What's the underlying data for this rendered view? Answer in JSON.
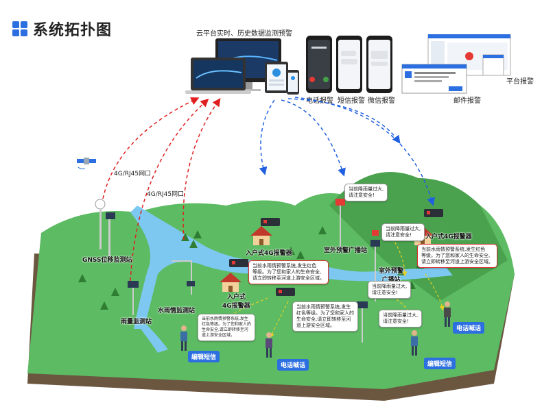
{
  "header": {
    "title": "系统拓扑图"
  },
  "cloud_platform": {
    "caption": "云平台实时、历史数据监测预警"
  },
  "alarm_channels": [
    {
      "label": "电话报警"
    },
    {
      "label": "短信报警"
    },
    {
      "label": "微信报警"
    },
    {
      "label": "邮件报警"
    },
    {
      "label": "平台报警"
    }
  ],
  "network_links": [
    {
      "label": "4G/RJ45网口"
    },
    {
      "label": "4G/RJ45网口"
    }
  ],
  "stations": {
    "gnss": "GNSS位移监测站",
    "rain": "雨量监测站",
    "water": "水雨情监测站",
    "home_alarm_1": "入户式4G报警器",
    "home_alarm_2": "入户式\n4G报警器",
    "home_alarm_3": "入户式4G报警器",
    "outdoor_broadcast_1": "室外预警广播站",
    "outdoor_broadcast_2": "室外预警\n广播站"
  },
  "bubbles": {
    "broadcast_top": "当前降雨量过大,\n请注意安全!",
    "broadcast_right": "当前降雨量过大,\n请注意安全!",
    "home_center": "当前水雨情预警系统,发生红色\n等级。为了您和家人的生命安全,\n请立即转移至河道上游安全区域。",
    "home_right": "当前水雨情预警系统,发生红色\n等级。为了您和家人的生命安全,\n请立即转移至河道上游安全区域。",
    "home_lower": "当前水雨情预警系统,发生\n红色等级。为了您和家人的\n生命安全,请立即转移至河\n道上游安全区域。",
    "broadcast_lower": "当前降雨量过大,\n请注意安全!",
    "broadcast_lower2": "当前降雨量过大,\n请注意安全!",
    "person_left_sms": "当前水雨情预警系统,发生\n红色等级。为了您和家人的\n生命安全,请立即转移至河\n道上游安全区域。"
  },
  "person_tags": {
    "sms_left": "编辑短信",
    "call_center": "电话喊话",
    "call_right": "电话喊话",
    "sms_right": "编辑短信"
  },
  "colors": {
    "accent_blue": "#2c6fe0",
    "arrow_red": "#e02020",
    "arrow_blue": "#2060e0",
    "grass": "#5dbb63",
    "river": "#7cc8f0"
  }
}
